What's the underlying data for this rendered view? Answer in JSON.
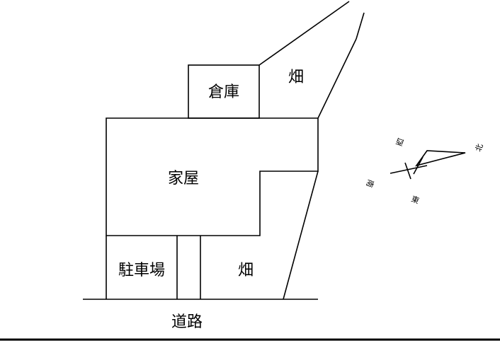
{
  "labels": {
    "storehouse": "倉庫",
    "field_top": "畑",
    "house": "家屋",
    "parking": "駐車場",
    "field_bottom": "畑",
    "road": "道路"
  },
  "compass": {
    "north": "北",
    "south": "南",
    "east": "東",
    "west": "西"
  }
}
